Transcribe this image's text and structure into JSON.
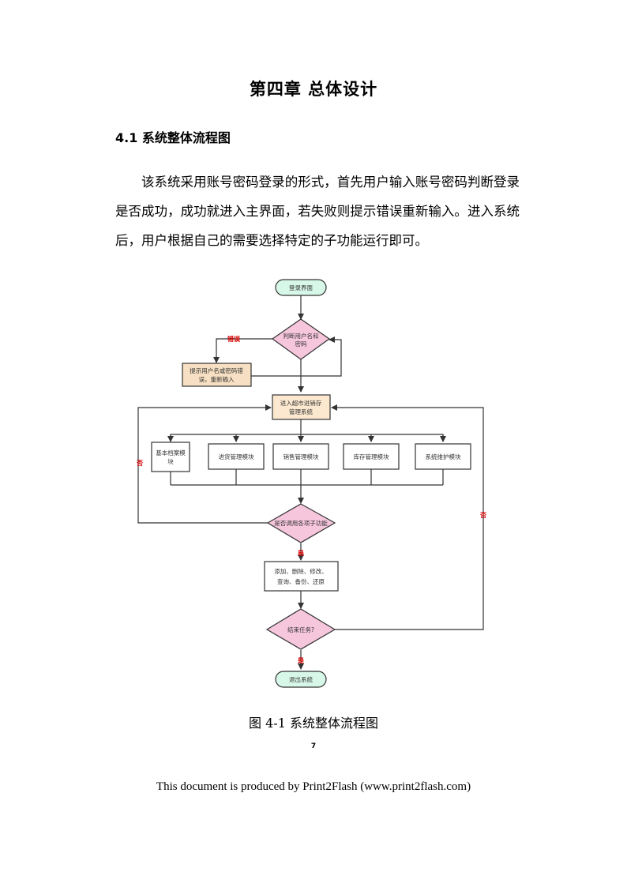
{
  "document": {
    "chapter_title": "第四章  总体设计",
    "section_heading": "4.1  系统整体流程图",
    "paragraph": "该系统采用账号密码登录的形式，首先用户输入账号密码判断登录是否成功，成功就进入主界面，若失败则提示错误重新输入。进入系统后，用户根据自己的需要选择特定的子功能运行即可。",
    "figure_caption": "图 4-1 系统整体流程图",
    "page_number": "7",
    "footer": "This document is produced by Print2Flash (www.print2flash.com)"
  },
  "flowchart": {
    "start": "登录界面",
    "check_login": [
      "判断用户名和",
      "密码"
    ],
    "error_prompt": [
      "提示用户名或密码错",
      "误，重新输入"
    ],
    "main_system": [
      "进入超市进销存",
      "管理系统"
    ],
    "modules": [
      [
        "基本档案模",
        "块"
      ],
      [
        "进货管理模块"
      ],
      [
        "销售管理模块"
      ],
      [
        "库存管理模块"
      ],
      [
        "系统维护模块"
      ]
    ],
    "use_check": "是否调用各项子功能",
    "operations": [
      "添加、删除、修改、",
      "查询、备份、还原"
    ],
    "end_check": "结束任务?",
    "exit": "退出系统",
    "labels": {
      "error": "错误",
      "no": "否",
      "yes": "是"
    },
    "colors": {
      "terminal_fill": "#d7f7e9",
      "decision_fill": "#f6c6dc",
      "error_box_fill": "#f6dfc2",
      "main_box_fill": "#fbe8cf",
      "label_red": "#d60000"
    }
  }
}
